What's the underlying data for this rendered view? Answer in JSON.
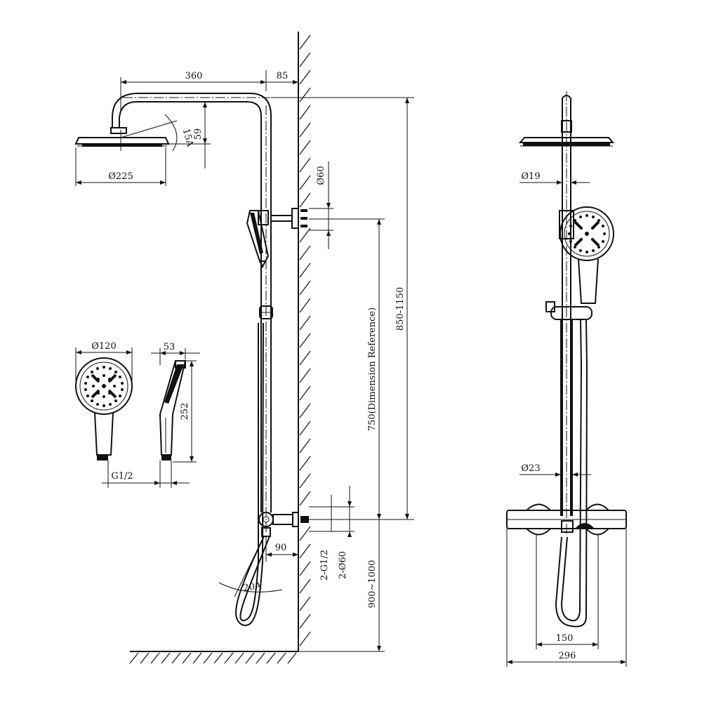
{
  "drawing": {
    "head_width": "360",
    "wall_offset": "85",
    "head_height": "59",
    "head_tilt": "15A",
    "head_diameter": "Ø225",
    "arm_diameter": "Ø60",
    "total_height": "850-1150",
    "reference_height": "750(Dimension Reference)",
    "valve_height": "900~1000",
    "valve_offset": "90",
    "hose_angle": "20A",
    "outlet_thread": "2-G1/2",
    "outlet_diameter": "2-Ø60",
    "handshower_diameter": "Ø120",
    "handshower_depth": "53",
    "handshower_length": "252",
    "handshower_thread": "G1/2",
    "rail_upper_diameter": "Ø19",
    "rail_lower_diameter": "Ø23",
    "hose_spacing": "150",
    "mixer_width": "296"
  }
}
